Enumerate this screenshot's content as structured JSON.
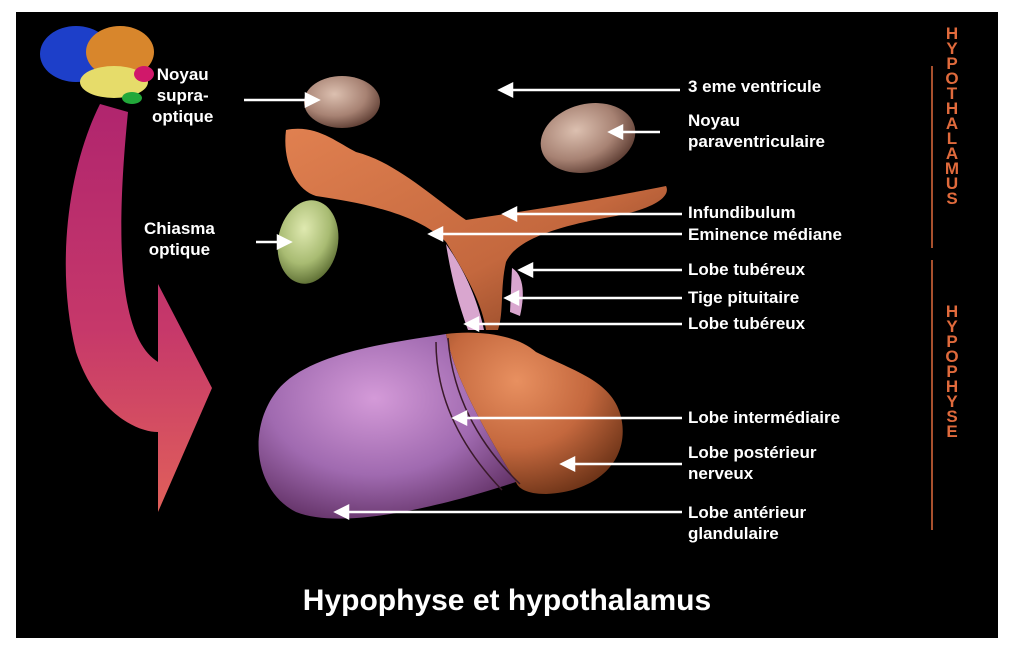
{
  "title": "Hypophyse et hypothalamus",
  "side_labels": {
    "upper": "HYPOTHALAMUS",
    "lower": "HYPOPHYSE"
  },
  "labels": {
    "noyau_supra_optique": [
      "Noyau",
      "supra-",
      "optique"
    ],
    "chiasma_optique": [
      "Chiasma",
      "optique"
    ],
    "troisieme_ventricule": "3 eme ventricule",
    "noyau_paraventriculaire": [
      "Noyau",
      "paraventriculaire"
    ],
    "infundibulum": "Infundibulum",
    "eminence_mediane": "Eminence médiane",
    "lobe_tubereux_1": "Lobe tubéreux",
    "tige_pituitaire": "Tige pituitaire",
    "lobe_tubereux_2": "Lobe tubéreux",
    "lobe_intermediaire": "Lobe intermédiaire",
    "lobe_posterieur": [
      "Lobe postérieur",
      "nerveux"
    ],
    "lobe_anterieur": [
      "Lobe antérieur",
      "glandulaire"
    ]
  },
  "colors": {
    "background": "#000000",
    "label_text": "#ffffff",
    "side_text": "#e06a3c",
    "posterior_lobe": "#c4683e",
    "anterior_lobe": "#a06ab0",
    "nucleus": "#a78273",
    "chiasma": "#a8bb72",
    "arrow": "#b0256e"
  }
}
